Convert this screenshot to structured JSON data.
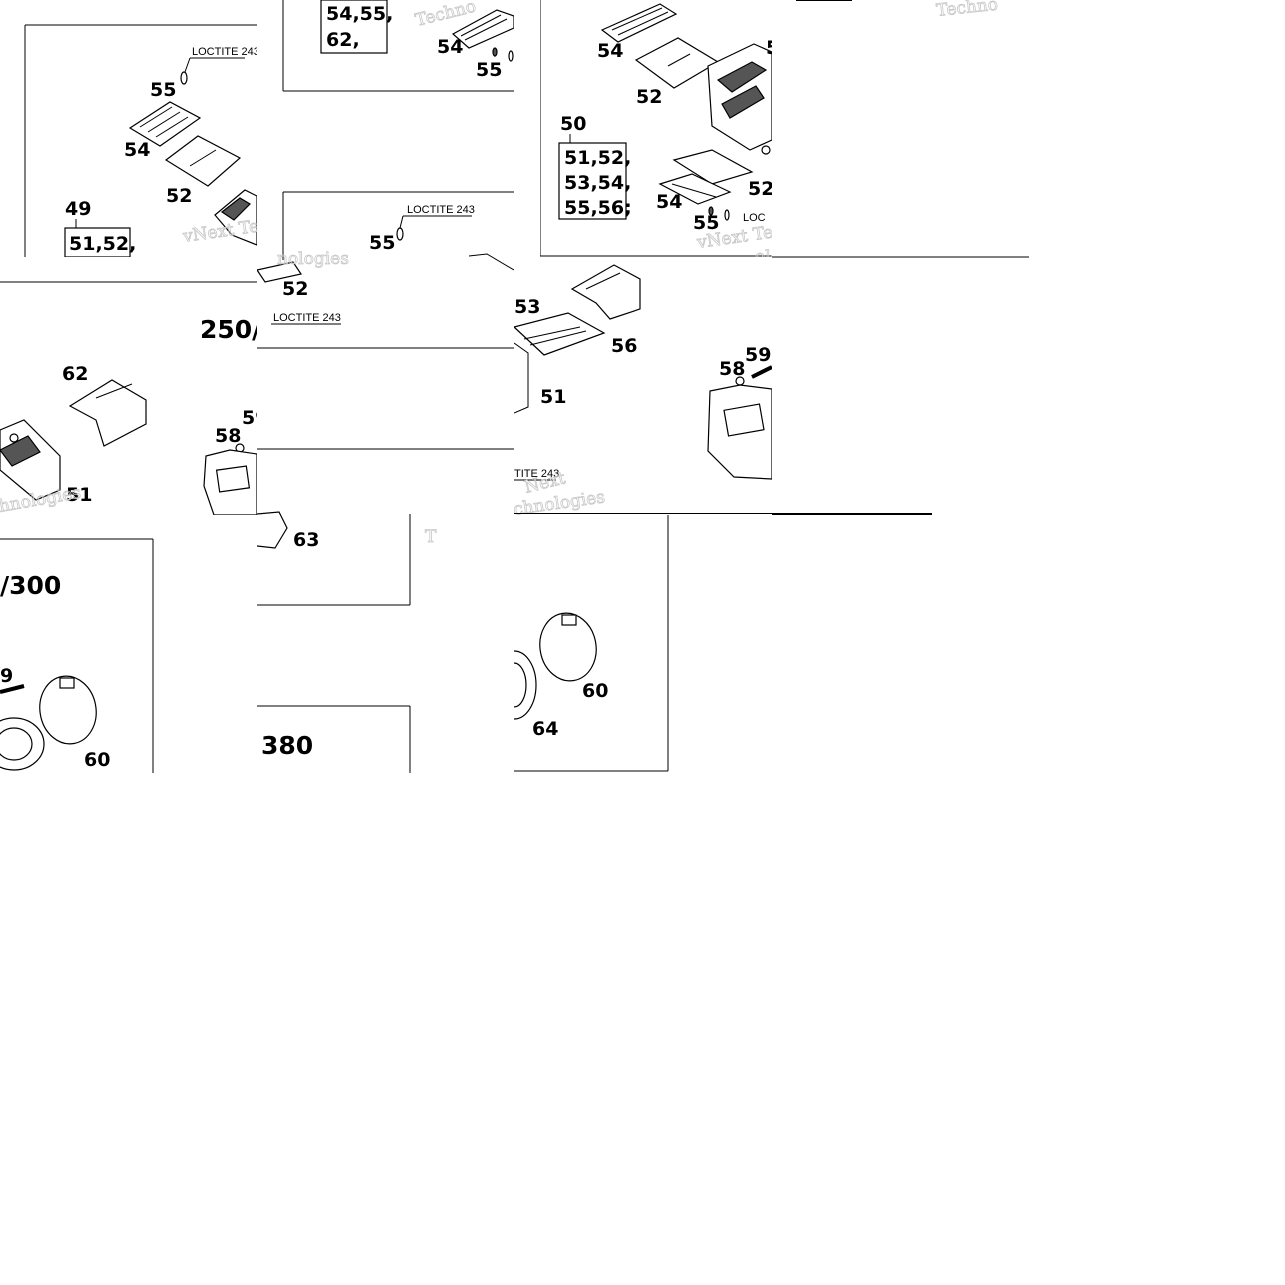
{
  "tiles": {
    "t1": {
      "loctite": "LOCTITE 243",
      "labels": {
        "a": "55",
        "b": "54",
        "c": "52",
        "d": "49",
        "e": "51,52,"
      },
      "watermark": "vNext Tec"
    },
    "t2": {
      "box_lines": [
        "54,55,",
        "62,"
      ],
      "labels": {
        "a": "54",
        "b": "55"
      },
      "watermark": "Techno"
    },
    "t3": {
      "labels": {
        "a": "54",
        "b": "52",
        "c": "50",
        "d": "52",
        "e": "54",
        "f": "55",
        "g": "5"
      },
      "box_lines": [
        "51,52,",
        "53,54,",
        "55,56;"
      ],
      "loctite": "LOC",
      "watermark": "vNext Tec",
      "watermark2": "ologies"
    },
    "t4": {
      "watermark": "Techno"
    },
    "t5": {
      "loctite_top": "LOCTITE 243",
      "loctite_bottom": "LOCTITE 243",
      "labels": {
        "a": "55",
        "b": "52"
      },
      "watermark": "nologies"
    },
    "t6": {
      "title": "250/",
      "labels": {
        "a": "62",
        "b": "58",
        "c": "59",
        "d": "51"
      },
      "watermark": "hnologies"
    },
    "t7": {
      "labels": {
        "a": "53",
        "b": "56",
        "c": "51",
        "d": "59",
        "e": "58"
      },
      "loctite": "TITE 243",
      "watermark": "Next",
      "watermark2": "chnologies"
    },
    "t8": {
      "labels": {
        "a": "63"
      },
      "watermark": "T"
    },
    "t9": {
      "title": "/300",
      "labels": {
        "a": "9",
        "b": "60"
      }
    },
    "t10": {
      "title": "380"
    },
    "t11": {
      "labels": {
        "a": "60",
        "b": "64"
      }
    }
  }
}
